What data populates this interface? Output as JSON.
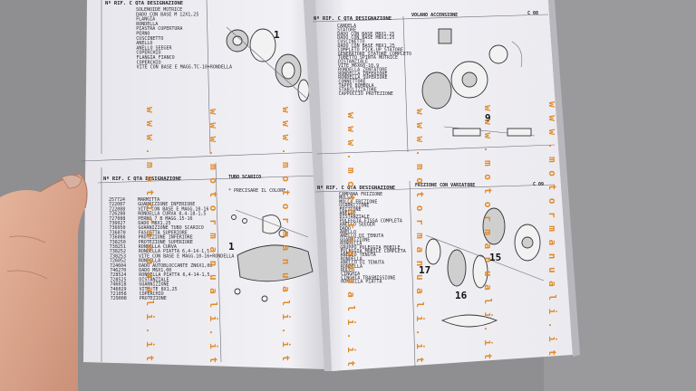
{
  "left_page": {
    "top_section": {
      "header": "Nº  RIF. C  QTA  DESIGNAZIONE",
      "rows": [
        "SOLENOIDE MOTRICE",
        "DADO CON BASE M 12X1,25",
        "FLANGIA",
        "RONDELLA",
        "PIASTRA COPERTURA",
        "PERNO",
        "CUSCINETTO",
        "ANELLO",
        "ANELLO SEEGER",
        "COPERCHIO",
        "FLANGIA FIANCO",
        "COPERCHIO",
        "VITE CON BASE E MAGG.TC-10+RONDELLA"
      ],
      "callout": "1"
    },
    "bottom_section": {
      "header": "Nº  RIF.  C  QTA  DESIGNAZIONE",
      "title": "TUBO SCARICO",
      "note": "* PRECISARE IL COLORE",
      "codes": [
        "257724",
        "722087",
        "722088",
        "726288",
        "727088",
        "736027",
        "736050",
        "736070",
        "736086",
        "738250",
        "738251",
        "738252",
        "738253",
        "726052",
        "724604",
        "746270",
        "728524",
        "728525",
        "746018",
        "746029",
        "721058",
        "729008"
      ],
      "rows": [
        "MARMITTA",
        "GUARNIZIONE INFERIORE",
        "VITE CON BASE E MAGG.10-16",
        "RONDELLA CURVA 8,4-18-1,5",
        "PERNO 7 B MAGG.15-16",
        "DADO M8X1,25",
        "GUARNIZIONE TUBO SCARICO",
        "FASCETTA SUPERIORE",
        "PROTEZIONE INFERIORE",
        "PROTEZIONE SUPERIORE",
        "RONDELLA CURVA",
        "RONDELLA PIATTA 6,4-14-1,5",
        "VITE CON BASE E MAGG.10-16+RONDELLA",
        "RONDELLA",
        "DADO AUTOBLOCCANTE ZN6X1,00",
        "DADO M6X1,00",
        "RONDELLA PIATTA 6,4-14-1,5",
        "DISTANZIALE",
        "GUARNIZIONE",
        "VITE TE 8X1,25",
        "COPERCHIO",
        "PROTEZIONE"
      ],
      "callout": "1"
    }
  },
  "right_page": {
    "top_section": {
      "header": "Nº  RIF.  C  QTA  DESIGNAZIONE",
      "title": "VOLANO ACCENSIONE",
      "page_code": "C 08",
      "rows": [
        "CANDELA",
        "STATORE",
        "DADO CON BASE M8X1,25",
        "DADO CON BASE M8X1,25",
        "CUSCINETTO",
        "DADO CON BASE M8X1,25",
        "COMPLETO PICK-UP STATORE",
        "GENERATORE STATORE COMPLETO",
        "TUBETTO SPINTA MOTRICE",
        "DISTANZIALE",
        "VITE M6X60-10,9",
        "RONDELLA ZENTATORE",
        "RONDELLA INFERIORE",
        "RONDELLA SUPERIORE",
        "CONNETTORE",
        "TAPPO BOMBOLA",
        "STABILIZZATORE",
        "CAPPUCCIO PROTEZIONE"
      ],
      "callout": "9"
    },
    "bottom_section": {
      "header": "Nº  RIF. C  QTA  DESIGNAZIONE",
      "title": "FRIZIONE CON VARIATORE",
      "page_code": "C 09",
      "rows": [
        "CAMPANA FRIZIONE",
        "MOLLA",
        "MOLLA FRIZIONE",
        "GUARNIZIONE",
        "FRIZIONE",
        "ANELLO",
        "DISTANZIALE",
        "PULEGGIA FISSA COMPLETA",
        "ANELLO SEEGER",
        "DADO",
        "ANELLO",
        "ANELLO DI TENUTA",
        "GUARNIZIONE",
        "RONDELLA",
        "GRUPPO PULEGGIA MOBILE",
        "PULEGGIA MOBILE COMPLETA",
        "ANELLO TENUTA",
        "RONDELLA",
        "ANELLO DI TENUTA",
        "RONDELLA",
        "RULLO",
        "CINGHIA",
        "CINGHIA TRASMISSIONE",
        "RONDELLA PIATTA"
      ],
      "callouts": [
        "15",
        "17",
        "16"
      ]
    }
  },
  "watermark": "w w w . m o t o r m a n u a l i . i t",
  "colors": {
    "background": "#8f8f91",
    "paper": "#eeedf1",
    "watermark": "#e08a2a",
    "skin": "#d9a68c"
  }
}
